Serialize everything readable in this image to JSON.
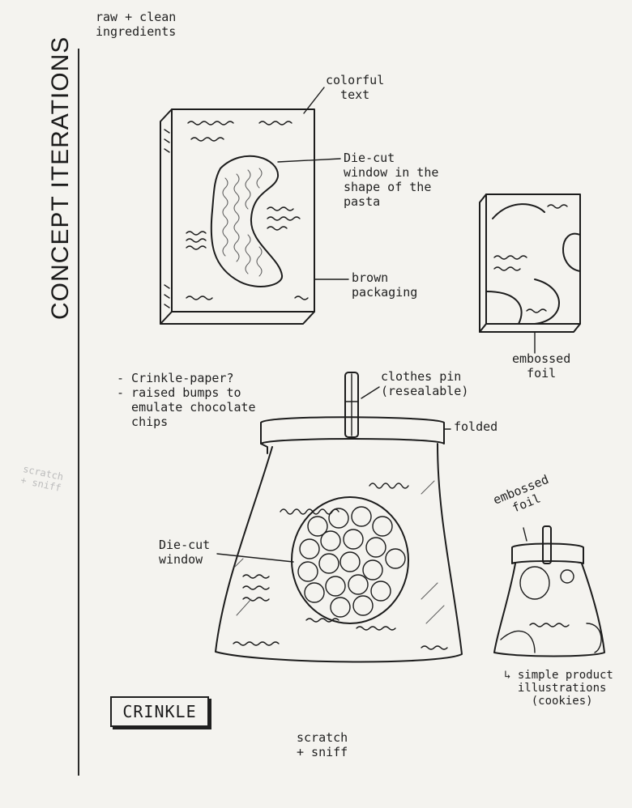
{
  "sidebar": {
    "title": "CONCEPT ITERATIONS"
  },
  "notes": {
    "top_left": "raw + clean\ningredients",
    "colorful_text": "colorful\n  text",
    "die_cut_pasta": "Die-cut\nwindow in the\nshape of the\npasta",
    "brown_packaging": "brown\npackaging",
    "embossed_foil_box": "embossed\n  foil",
    "crinkle_questions": "- Crinkle-paper?\n- raised bumps to\n  emulate chocolate\n  chips",
    "clothes_pin": "clothes pin\n(resealable)",
    "folded": "folded",
    "die_cut_window": "Die-cut\nwindow",
    "embossed_foil_small": "embossed\n  foil",
    "simple_illustrations": "↳ simple product\n  illustrations\n    (cookies)",
    "scratch_sniff": "scratch\n+ sniff",
    "scratch_sniff_faint": "scratch\n+ sniff"
  },
  "label_box": {
    "text": "CRINKLE"
  },
  "icons": [
    "box-sketch-icon",
    "foil-box-sketch-icon",
    "bag-sketch-icon",
    "small-bag-sketch-icon",
    "clothes-pin-icon"
  ]
}
